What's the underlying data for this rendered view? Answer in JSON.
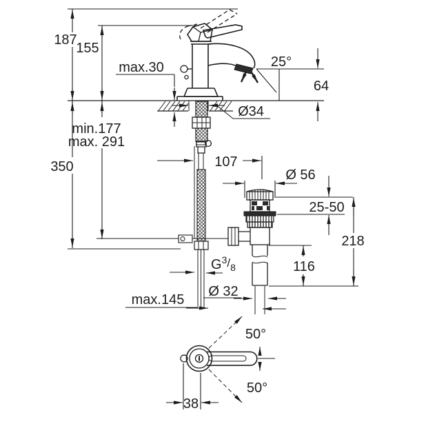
{
  "drawing": {
    "type": "technical-dimension-drawing",
    "subject": "single-lever basin mixer faucet with pop-up waste set",
    "background_color": "#ffffff",
    "line_color": "#1c1c1c"
  },
  "labels": {
    "total_height": "187",
    "spout_height": "155",
    "deck_thickness": "max.30",
    "spray_angle": "25°",
    "spout_to_deck": "64",
    "hole_diameter": "Ø34",
    "rod_min": "min.177",
    "rod_max": "max. 291",
    "hose_length": "350",
    "axis_offset": "107",
    "plug_diameter": "Ø 56",
    "basin_rim_range": "25-50",
    "waste_height": "218",
    "tailpipe_length": "116",
    "thread_g": "G",
    "thread_numerator": "3",
    "thread_slash": "/",
    "thread_denominator": "8",
    "pipe_diameter": "Ø 32",
    "hose_reach": "max.145",
    "swing_upper": "50°",
    "swing_lower": "50°",
    "handle_width": "38"
  }
}
